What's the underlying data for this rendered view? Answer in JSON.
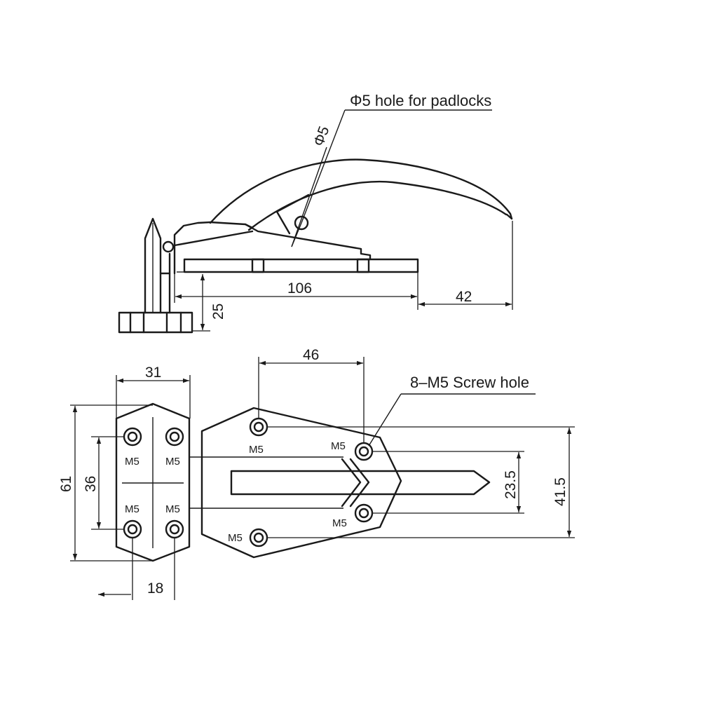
{
  "annotations": {
    "padlock_hole": "Φ5 hole for padlocks",
    "hole_diameter": "Φ5",
    "screw_holes": "8–M5 Screw hole",
    "thread": "M5"
  },
  "dimensions": {
    "base_length": "106",
    "handle_overhang": "42",
    "height": "25",
    "keeper_width": "31",
    "keeper_height": "61",
    "keeper_hole_spacing_v": "36",
    "keeper_hole_offset": "18",
    "latch_hole_spacing_h": "46",
    "latch_inner_spacing": "23.5",
    "latch_outer_spacing": "41.5"
  }
}
